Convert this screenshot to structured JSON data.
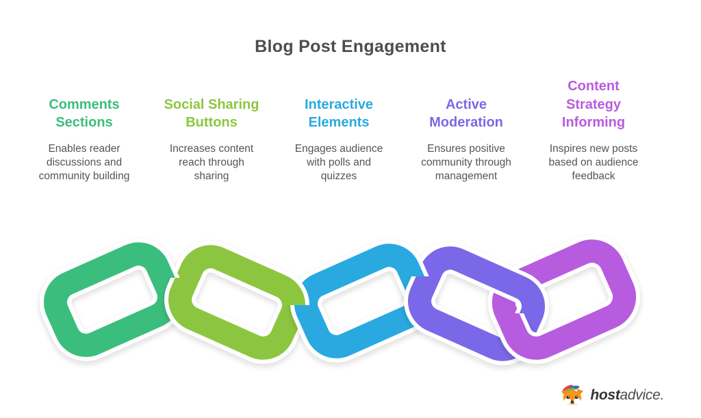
{
  "page": {
    "title": "Blog Post Engagement",
    "background": "#ffffff",
    "title_color": "#4d4d4d"
  },
  "columns": [
    {
      "id": "comments-sections",
      "title": "Comments\nSections",
      "description": "Enables reader\ndiscussions and\ncommunity building",
      "color": "#3bbe7d"
    },
    {
      "id": "social-sharing-buttons",
      "title": "Social Sharing\nButtons",
      "description": "Increases content\nreach through\nsharing",
      "color": "#8cc63f"
    },
    {
      "id": "interactive-elements",
      "title": "Interactive\nElements",
      "description": "Engages audience\nwith polls and\nquizzes",
      "color": "#29a9e0"
    },
    {
      "id": "active-moderation",
      "title": "Active\nModeration",
      "description": "Ensures positive\ncommunity through\nmanagement",
      "color": "#7a68e8"
    },
    {
      "id": "content-strategy-informing",
      "title": "Content\nStrategy\nInforming",
      "description": "Inspires new posts\nbased on audience\nfeedback",
      "color": "#b75cdf"
    }
  ],
  "chain": {
    "casing_color": "#ffffff",
    "links": [
      {
        "name": "chain-link-comments",
        "color": "#3bbe7d"
      },
      {
        "name": "chain-link-social",
        "color": "#8cc63f"
      },
      {
        "name": "chain-link-interactive",
        "color": "#29a9e0"
      },
      {
        "name": "chain-link-moderation",
        "color": "#7a68e8"
      },
      {
        "name": "chain-link-strategy",
        "color": "#b75cdf"
      }
    ]
  },
  "logo": {
    "host": "host",
    "advice": "advice."
  }
}
